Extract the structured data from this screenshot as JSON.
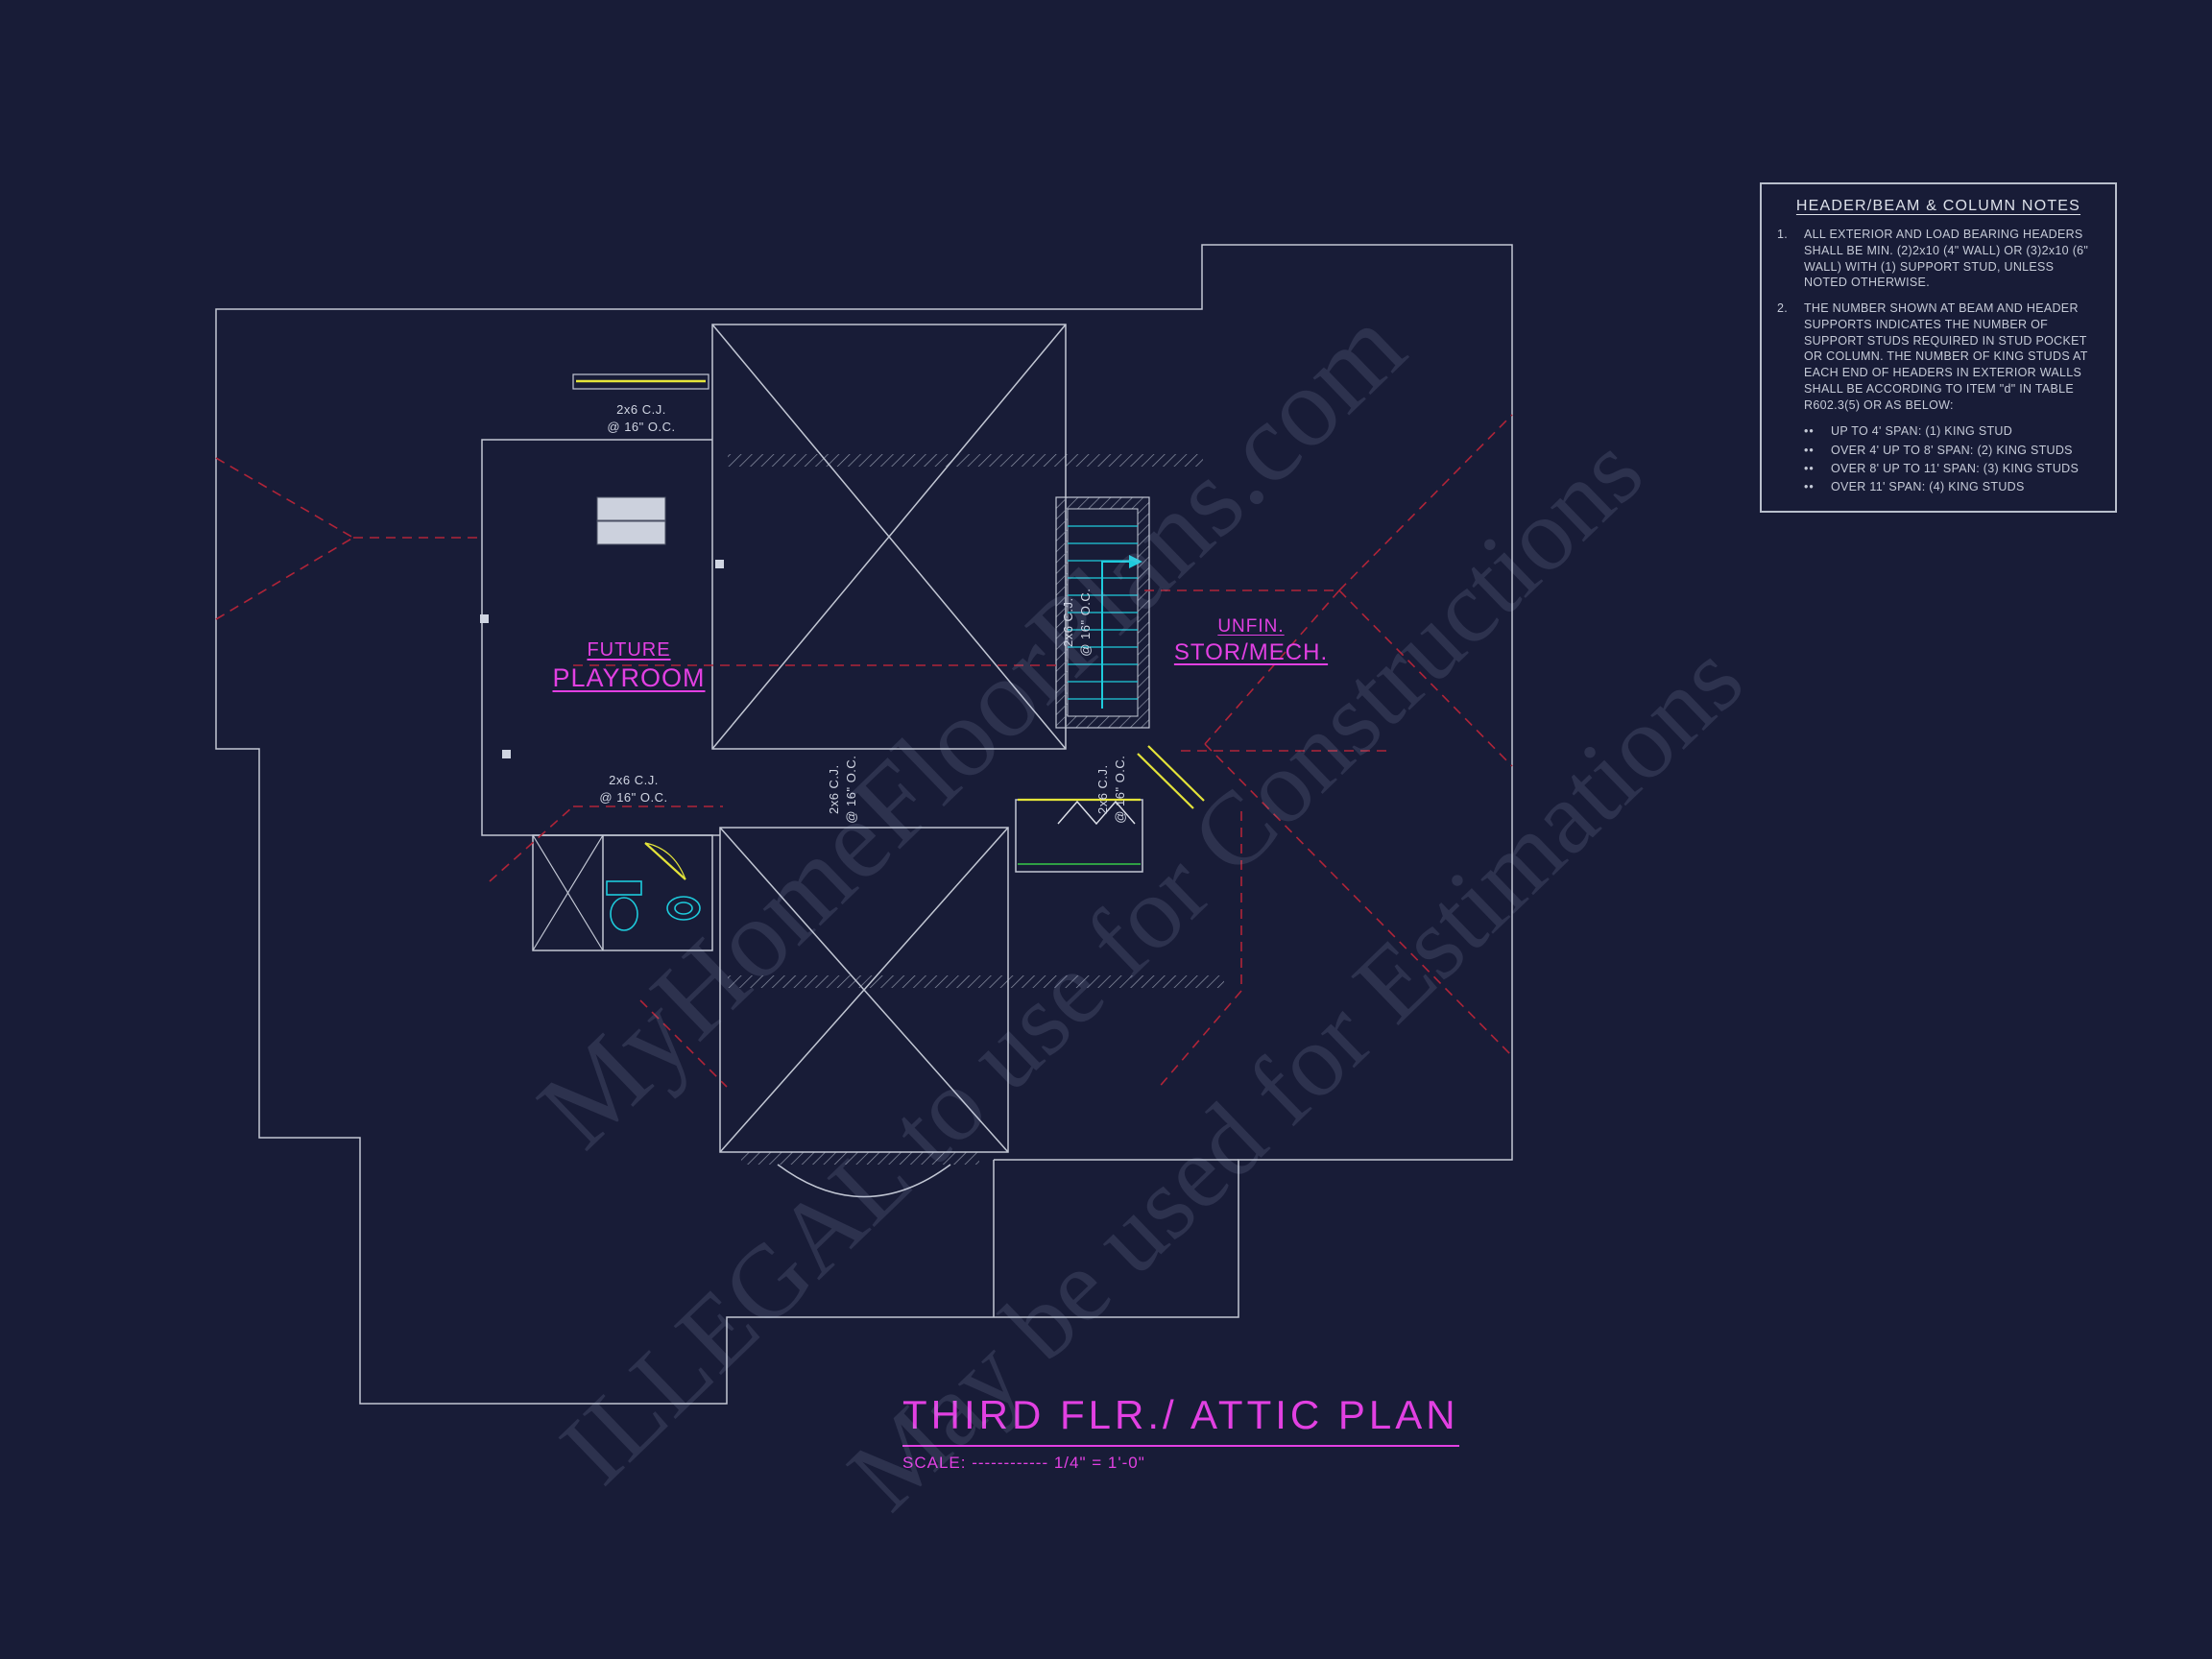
{
  "colors": {
    "background": "#181c37",
    "linework": "#c2c7d4",
    "accent_magenta": "#e240e2",
    "ridge_red": "#b02438",
    "fixture_cyan": "#1ecbdc",
    "header_yellow": "#e4e43a"
  },
  "watermark": {
    "line1": "MyHomeFloorPlans.com",
    "line2": "ILLEGAL to use for Constructions",
    "line3": "May be used for Estimations"
  },
  "notes_panel": {
    "title": "HEADER/BEAM & COLUMN NOTES",
    "bullet_marker": "••",
    "items": [
      {
        "num": "1.",
        "text": "ALL EXTERIOR AND LOAD BEARING HEADERS SHALL BE MIN. (2)2x10 (4\" WALL) OR (3)2x10 (6\" WALL) WITH (1) SUPPORT STUD, UNLESS NOTED OTHERWISE."
      },
      {
        "num": "2.",
        "text": "THE NUMBER SHOWN AT BEAM AND HEADER SUPPORTS INDICATES THE NUMBER OF SUPPORT STUDS REQUIRED IN STUD POCKET OR COLUMN. THE NUMBER OF KING STUDS AT EACH END OF HEADERS IN EXTERIOR WALLS SHALL BE ACCORDING TO ITEM \"d\" IN TABLE R602.3(5) OR AS BELOW:"
      }
    ],
    "bullets": [
      "UP TO 4' SPAN: (1) KING STUD",
      "OVER 4' UP TO 8' SPAN: (2) KING STUDS",
      "OVER 8' UP TO 11' SPAN: (3) KING STUDS",
      "OVER 11' SPAN: (4) KING STUDS"
    ]
  },
  "plan": {
    "joist_label": {
      "line1": "2x6 C.J.",
      "line2": "@ 16\" O.C."
    },
    "rooms": [
      {
        "line1": "FUTURE",
        "line2": "PLAYROOM"
      },
      {
        "line1": "UNFIN.",
        "line2": "STOR/MECH."
      }
    ]
  },
  "title_block": {
    "title": "THIRD FLR./ ATTIC PLAN",
    "scale_text": "SCALE: ------------ 1/4\" = 1'-0\""
  }
}
